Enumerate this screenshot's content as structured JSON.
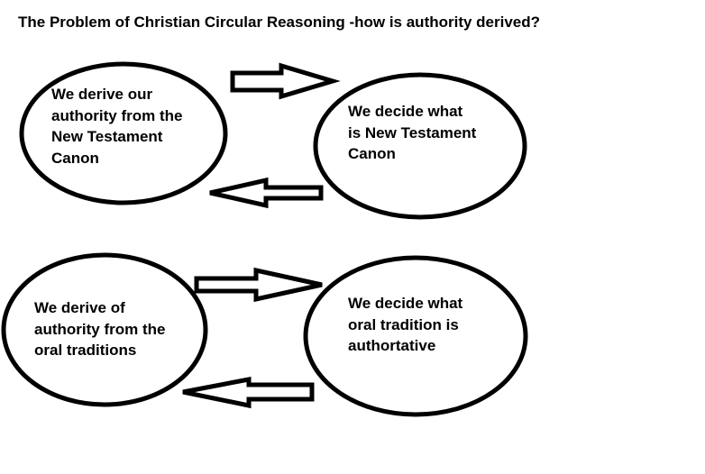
{
  "title": "The Problem of Christian Circular Reasoning -how is authority derived?",
  "colors": {
    "ink": "#000000",
    "background": "#ffffff"
  },
  "top_cycle": {
    "left_bubble": "We derive our\nauthority from the\nNew Testament\nCanon",
    "right_bubble": "We decide what\nis New Testament\nCanon",
    "forward_arrow_icon": "block-arrow-right",
    "back_arrow_icon": "block-arrow-left"
  },
  "bottom_cycle": {
    "left_bubble": "We derive of\nauthority from the\noral traditions",
    "right_bubble": "We decide what\noral tradition is\nauthortative",
    "forward_arrow_icon": "block-arrow-right",
    "back_arrow_icon": "block-arrow-left"
  }
}
